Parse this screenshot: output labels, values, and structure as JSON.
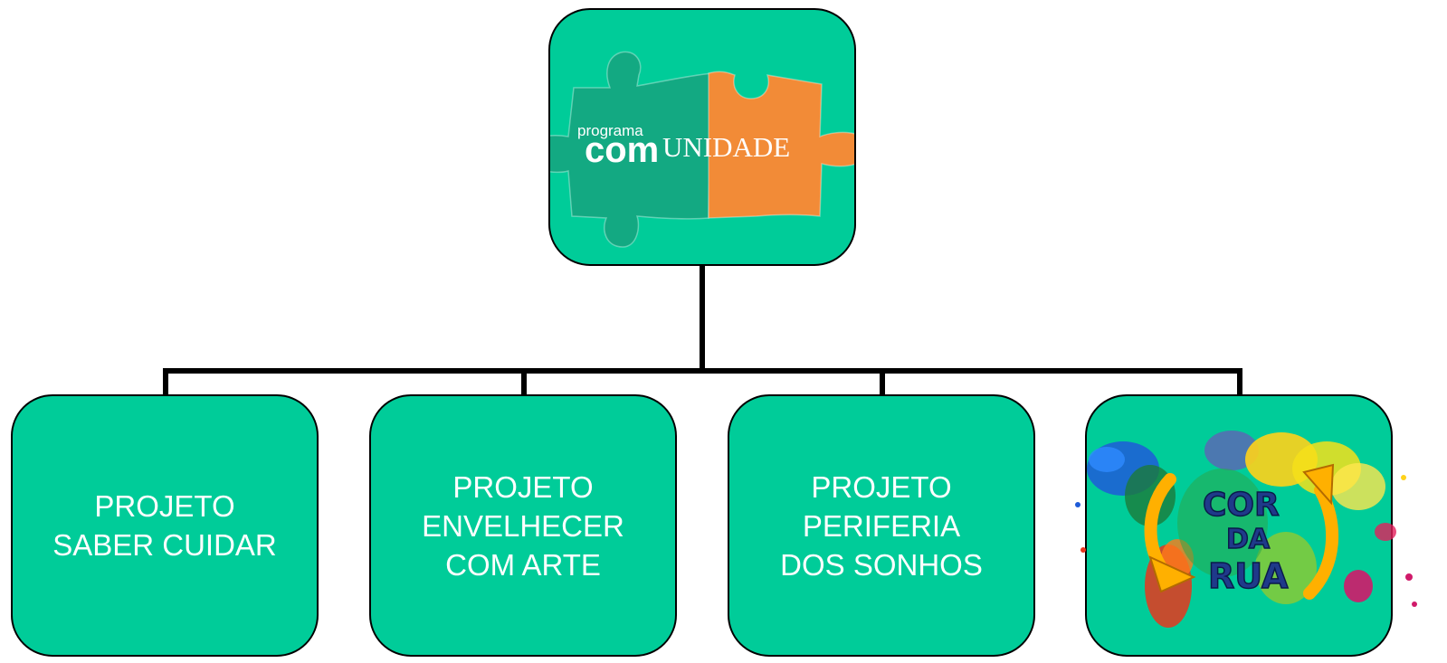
{
  "root": {
    "logo_word_small": "programa",
    "logo_word_com": "com",
    "logo_word_unidade": "UNIDADE"
  },
  "children": [
    {
      "label": "PROJETO\nSABER CUIDAR"
    },
    {
      "label": "PROJETO\nENVELHECER\nCOM ARTE"
    },
    {
      "label": "PROJETO\nPERIFERIA\nDOS SONHOS"
    },
    {
      "logo_line1": "COR",
      "logo_line2": "DA",
      "logo_line3": "RUA"
    }
  ],
  "colors": {
    "box_fill": "#00cc99",
    "puzzle_green": "#13a982",
    "puzzle_orange": "#f28b37",
    "text": "#ffffff"
  },
  "icons": [
    "puzzle-logo-icon",
    "world-map-splash-icon",
    "recycle-arrows-icon"
  ]
}
